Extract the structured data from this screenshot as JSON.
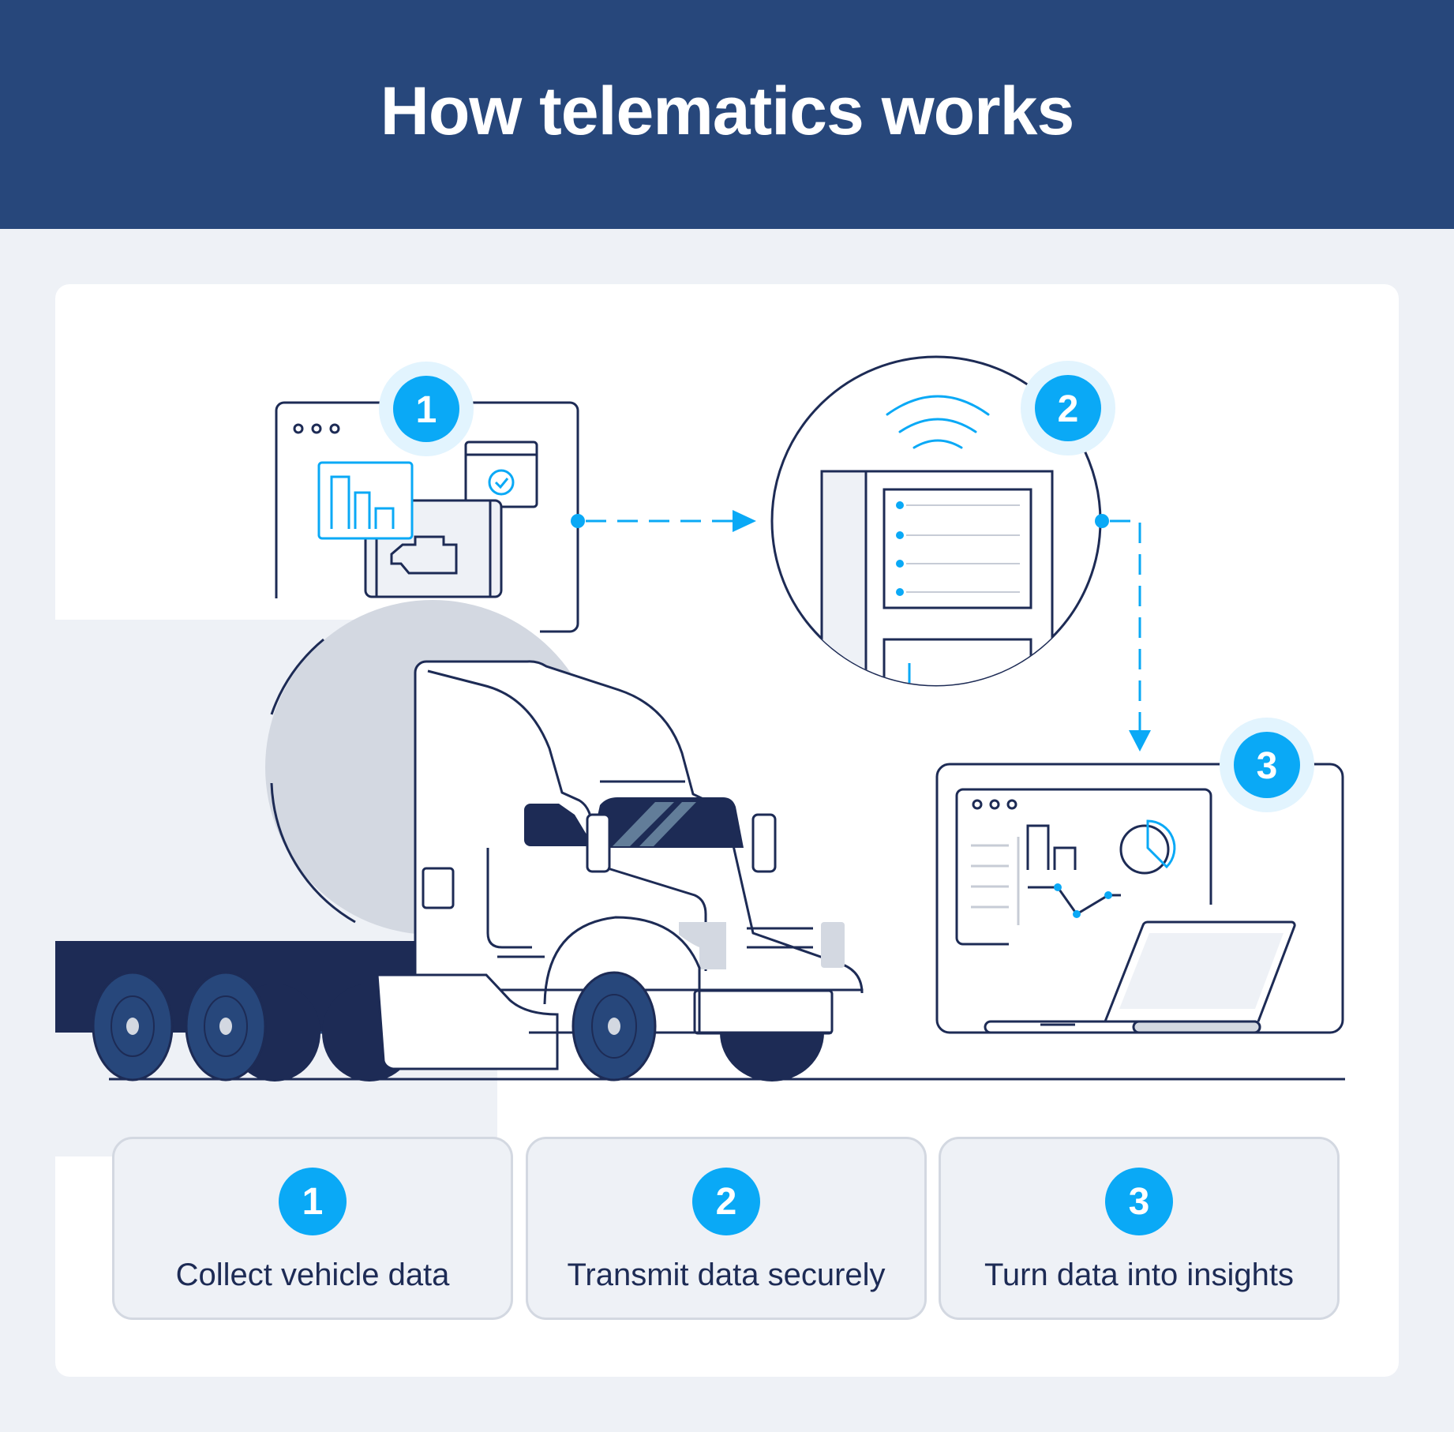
{
  "title": "How telematics works",
  "badges": [
    "1",
    "2",
    "3"
  ],
  "steps": [
    {
      "number": "1",
      "label": "Collect vehicle data"
    },
    {
      "number": "2",
      "label": "Transmit data securely"
    },
    {
      "number": "3",
      "label": "Turn data into insights"
    }
  ],
  "colors": {
    "header": "#27477b",
    "accent": "#0aa9f6",
    "navy": "#1d2b55",
    "background": "#eef1f6"
  }
}
